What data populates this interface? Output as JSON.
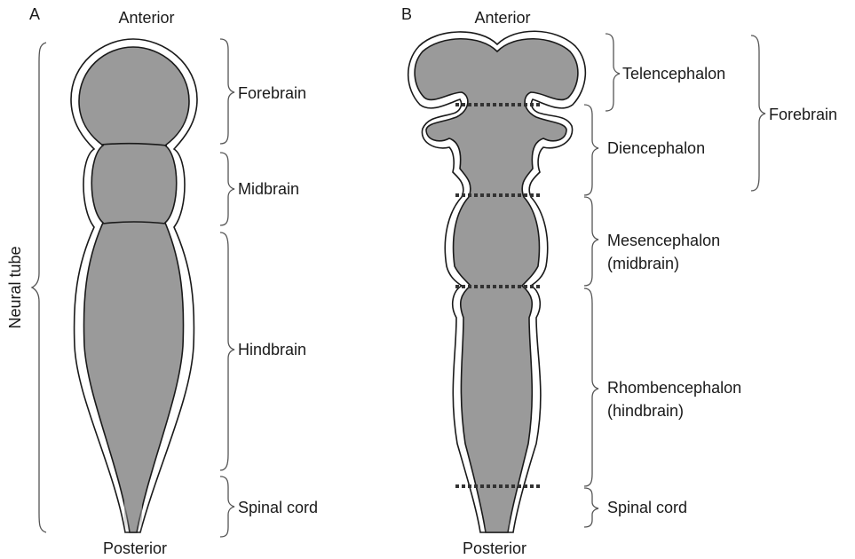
{
  "panel_a": {
    "letter": "A",
    "top_label": "Anterior",
    "bottom_label": "Posterior",
    "side_label": "Neural tube",
    "regions": [
      {
        "label": "Forebrain"
      },
      {
        "label": "Midbrain"
      },
      {
        "label": "Hindbrain"
      },
      {
        "label": "Spinal cord"
      }
    ]
  },
  "panel_b": {
    "letter": "B",
    "top_label": "Anterior",
    "bottom_label": "Posterior",
    "regions": [
      {
        "lines": [
          "Telencephalon"
        ]
      },
      {
        "lines": [
          "Diencephalon"
        ]
      },
      {
        "lines": [
          "Mesencephalon",
          "(midbrain)"
        ]
      },
      {
        "lines": [
          "Rhombencephalon",
          "(hindbrain)"
        ]
      },
      {
        "lines": [
          "Spinal cord"
        ]
      }
    ],
    "group_label": "Forebrain"
  },
  "colors": {
    "tissue": "#9a9a9a",
    "outline": "#1a1a1a",
    "brace": "#555555"
  }
}
